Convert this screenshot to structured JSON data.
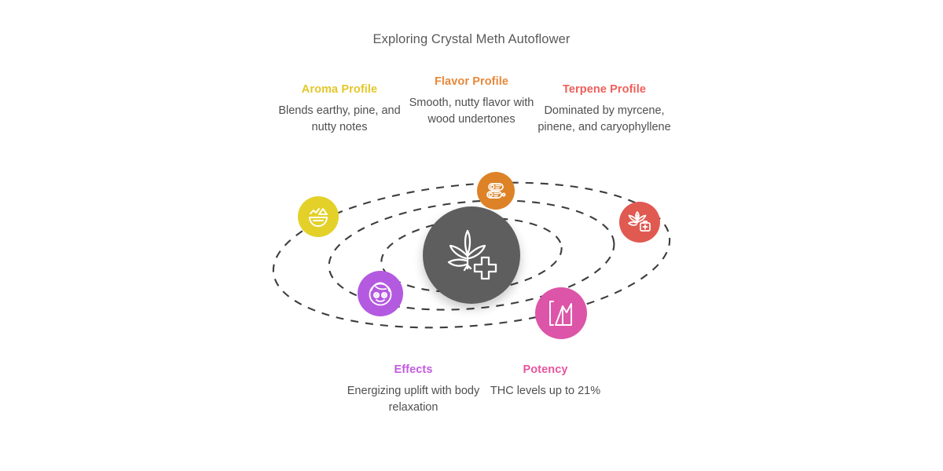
{
  "title": "Exploring Crystal Meth Autoflower",
  "colors": {
    "background": "#ffffff",
    "title_text": "#5a5a5a",
    "body_text": "#4f4f4f",
    "hub": "#5e5e5e",
    "orbit_dash": "#3d3d3d",
    "aroma": "#e3c72a",
    "flavor": "#e8883a",
    "terpene": "#ef5f5a",
    "effects": "#c35ae0",
    "potency": "#e8559e"
  },
  "sections": {
    "aroma": {
      "heading": "Aroma Profile",
      "description": "Blends earthy, pine, and nutty notes",
      "icon": "aroma-bowl-icon",
      "node_color": "#e3d12a",
      "heading_color": "#e3c72a"
    },
    "flavor": {
      "heading": "Flavor Profile",
      "description": "Smooth, nutty flavor with wood undertones",
      "icon": "wood-logs-icon",
      "node_color": "#dd8226",
      "heading_color": "#e8883a"
    },
    "terpene": {
      "heading": "Terpene Profile",
      "description": "Dominated by myrcene, pinene, and caryophyllene",
      "icon": "cannabis-medical-kit-icon",
      "node_color": "#e05a52",
      "heading_color": "#ef5f5a"
    },
    "effects": {
      "heading": "Effects",
      "description": "Energizing uplift with body relaxation",
      "icon": "euphoric-face-icon",
      "node_color": "#b45ae0",
      "heading_color": "#c35ae0"
    },
    "potency": {
      "heading": "Potency",
      "description": "THC levels up to 21%",
      "icon": "potency-chart-icon",
      "node_color": "#dd55a8",
      "heading_color": "#e8559e"
    }
  },
  "center": {
    "icon": "cannabis-leaf-medical-cross-icon",
    "color": "#5e5e5e"
  },
  "chart_data": {
    "type": "diagram",
    "layout": "orbital-hub-and-spoke",
    "title": "Exploring Crystal Meth Autoflower",
    "orbit_rings": 3,
    "hub_label": "cannabis-leaf-medical-cross-icon",
    "nodes": [
      {
        "name": "Aroma Profile",
        "value": "Blends earthy, pine, and nutty notes",
        "color": "#e3d12a",
        "position": "upper-left"
      },
      {
        "name": "Flavor Profile",
        "value": "Smooth, nutty flavor with wood undertones",
        "color": "#dd8226",
        "position": "top"
      },
      {
        "name": "Terpene Profile",
        "value": "Dominated by myrcene, pinene, and caryophyllene",
        "color": "#e05a52",
        "position": "upper-right"
      },
      {
        "name": "Effects",
        "value": "Energizing uplift with body relaxation",
        "color": "#b45ae0",
        "position": "lower-left"
      },
      {
        "name": "Potency",
        "value": "THC levels up to 21%",
        "color": "#dd55a8",
        "position": "lower-right"
      }
    ]
  }
}
